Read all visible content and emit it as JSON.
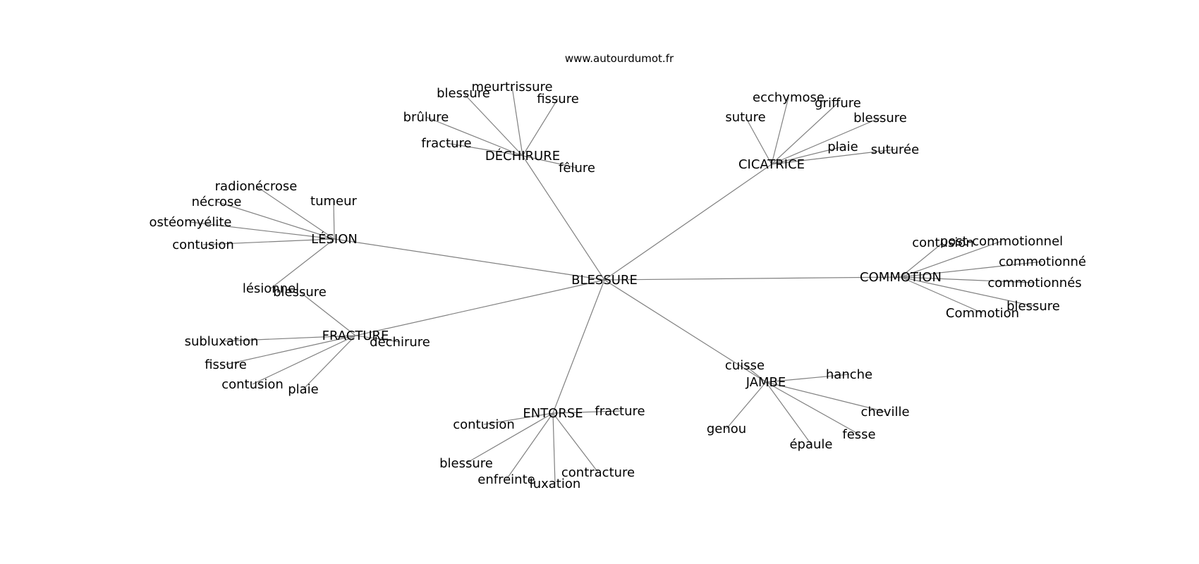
{
  "source": "www.autourdumot.fr",
  "center": "BLESSURE",
  "clusters": [
    {
      "hub": "DÉCHIRURE",
      "words": [
        "blessure",
        "meurtrissure",
        "fissure",
        "brûlure",
        "fracture",
        "fêlure"
      ]
    },
    {
      "hub": "CICATRICE",
      "words": [
        "ecchymose",
        "griffure",
        "suture",
        "blessure",
        "plaie",
        "suturée"
      ]
    },
    {
      "hub": "LÉSION",
      "words": [
        "radionécrose",
        "tumeur",
        "nécrose",
        "ostéomyélite",
        "contusion",
        "lésionnel"
      ]
    },
    {
      "hub": "COMMOTION",
      "words": [
        "contusion",
        "post-commotionnel",
        "commotionné",
        "commotionnés",
        "blessure",
        "Commotion"
      ]
    },
    {
      "hub": "FRACTURE",
      "words": [
        "blessure",
        "subluxation",
        "déchirure",
        "fissure",
        "contusion",
        "plaie"
      ]
    },
    {
      "hub": "JAMBE",
      "words": [
        "cuisse",
        "hanche",
        "cheville",
        "genou",
        "fesse",
        "épaule"
      ]
    },
    {
      "hub": "ENTORSE",
      "words": [
        "fracture",
        "contusion",
        "blessure",
        "enfreinte",
        "luxation",
        "contracture"
      ]
    }
  ]
}
